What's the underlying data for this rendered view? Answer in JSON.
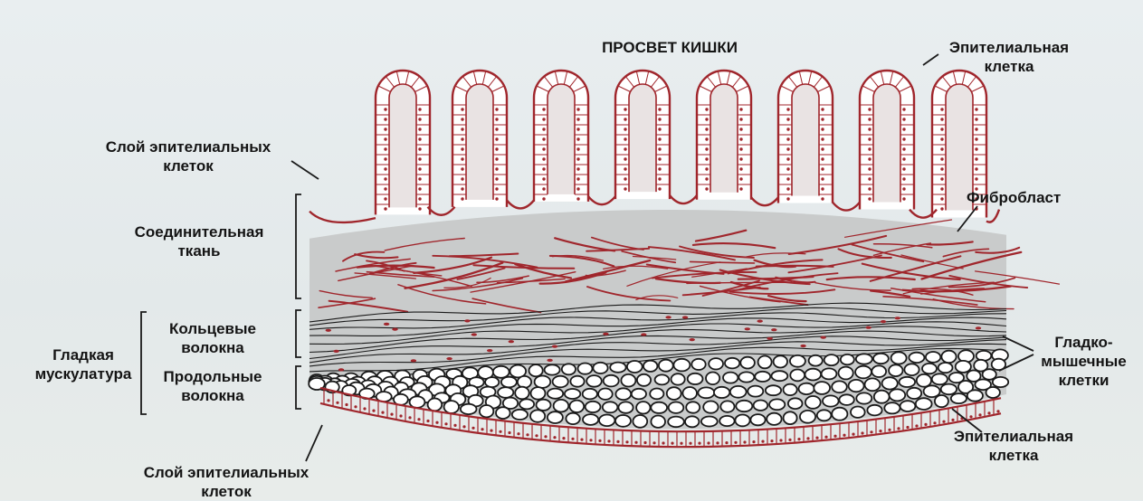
{
  "labels": {
    "lumen": "ПРОСВЕТ КИШКИ",
    "epithelial_cell_top": [
      "Эпителиальная",
      "клетка"
    ],
    "epithelial_layer_top": [
      "Слой эпителиальных",
      "клеток"
    ],
    "fibroblast": "Фибробласт",
    "connective_tissue": [
      "Соединительная",
      "ткань"
    ],
    "circular_fibers": [
      "Кольцевые",
      "волокна"
    ],
    "smooth_muscle": [
      "Гладкая",
      "мускулатура"
    ],
    "longitudinal_fibers": [
      "Продольные",
      "волокна"
    ],
    "smooth_muscle_cells": [
      "Гладко-",
      "мышечные",
      "клетки"
    ],
    "epithelial_cell_bottom": [
      "Эпителиальная",
      "клетка"
    ],
    "epithelial_layer_bottom": [
      "Слой эпителиальных",
      "клеток"
    ]
  },
  "colors": {
    "epithelium": "#a0262c",
    "outline": "#1a1a1a",
    "connective_fill": "#c9cbcb",
    "background": "#e6ecee"
  }
}
